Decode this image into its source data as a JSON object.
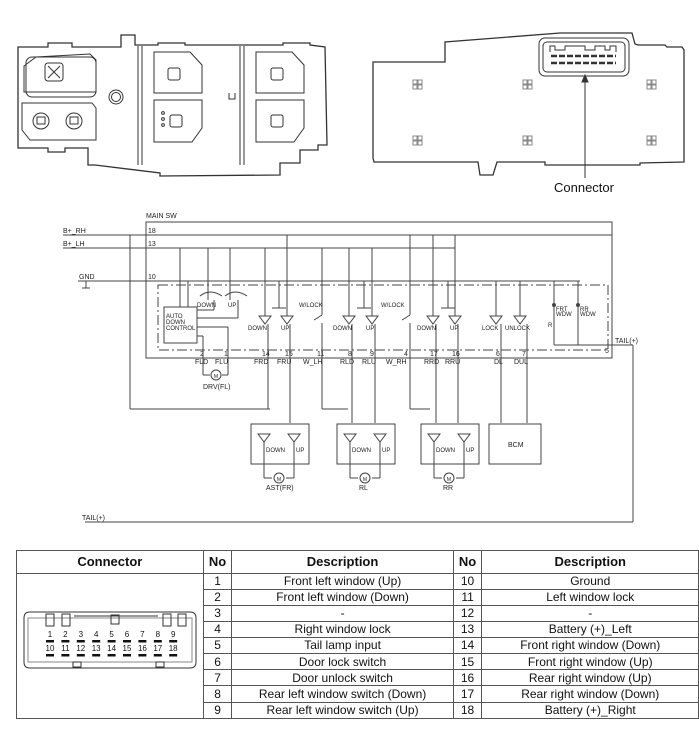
{
  "top_views": {
    "connector_callout": "Connector"
  },
  "schematic": {
    "main_switch_label": "MAIN SW",
    "inputs": [
      {
        "label": "B+_RH",
        "pin": "18"
      },
      {
        "label": "B+_LH",
        "pin": "13"
      },
      {
        "label": "GND",
        "pin": "10"
      }
    ],
    "auto_down_control": [
      "AUTO",
      "DOWN",
      "CONTROL"
    ],
    "driver_switch_labels": {
      "down": "DOWN",
      "up": "UP"
    },
    "wlock_label": "W/LOCK",
    "lock_label": "LOCK",
    "unlock_label": "UNLOCK",
    "illum_labels": {
      "frt": [
        "FRT",
        "WDW"
      ],
      "rr": [
        "RR",
        "WDW"
      ],
      "r": "R"
    },
    "pins": [
      {
        "num": "2",
        "name": "FLD"
      },
      {
        "num": "1",
        "name": "FLU"
      },
      {
        "num": "14",
        "name": "FRD"
      },
      {
        "num": "15",
        "name": "FRU"
      },
      {
        "num": "11",
        "name": "W_LH"
      },
      {
        "num": "8",
        "name": "RLD"
      },
      {
        "num": "9",
        "name": "RLU"
      },
      {
        "num": "4",
        "name": "W_RH"
      },
      {
        "num": "17",
        "name": "RRD"
      },
      {
        "num": "16",
        "name": "RRU"
      },
      {
        "num": "6",
        "name": "DL"
      },
      {
        "num": "7",
        "name": "DUL"
      }
    ],
    "tail_pin": "5",
    "tail_label": "TAIL(+)",
    "motors": {
      "driver": "DRV(FL)",
      "assist": "AST(FR)",
      "rear_left": "RL",
      "rear_right": "RR",
      "motor_symbol": "M"
    },
    "bcm_label": "BCM",
    "tail_bottom_label": "TAIL(+)"
  },
  "table": {
    "headers": {
      "connector": "Connector",
      "no": "No",
      "description": "Description",
      "no2": "No",
      "description2": "Description"
    },
    "rows": [
      {
        "no": "1",
        "desc": "Front left window (Up)",
        "no2": "10",
        "desc2": "Ground"
      },
      {
        "no": "2",
        "desc": "Front left window (Down)",
        "no2": "11",
        "desc2": "Left window lock"
      },
      {
        "no": "3",
        "desc": "-",
        "no2": "12",
        "desc2": "-"
      },
      {
        "no": "4",
        "desc": "Right window lock",
        "no2": "13",
        "desc2": "Battery (+)_Left"
      },
      {
        "no": "5",
        "desc": "Tail lamp input",
        "no2": "14",
        "desc2": "Front right window (Down)"
      },
      {
        "no": "6",
        "desc": "Door lock switch",
        "no2": "15",
        "desc2": "Front right window (Up)"
      },
      {
        "no": "7",
        "desc": "Door unlock switch",
        "no2": "16",
        "desc2": "Rear right window (Up)"
      },
      {
        "no": "8",
        "desc": "Rear left window switch (Down)",
        "no2": "17",
        "desc2": "Rear right window (Down)"
      },
      {
        "no": "9",
        "desc": "Rear left window switch (Up)",
        "no2": "18",
        "desc2": "Battery (+)_Right"
      }
    ],
    "connector_pins_top": [
      "1",
      "2",
      "3",
      "4",
      "5",
      "6",
      "7",
      "8",
      "9"
    ],
    "connector_pins_bottom": [
      "10",
      "11",
      "12",
      "13",
      "14",
      "15",
      "16",
      "17",
      "18"
    ]
  }
}
